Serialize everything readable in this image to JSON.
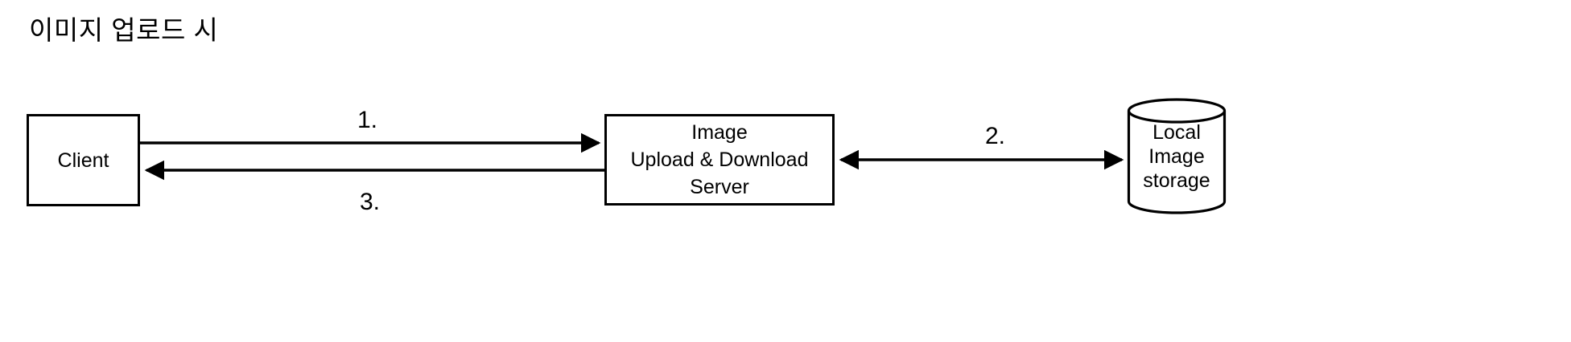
{
  "diagram": {
    "title": "이미지 업로드 시",
    "type": "flow-diagram",
    "nodes": [
      {
        "id": "client",
        "label": "Client",
        "shape": "rectangle"
      },
      {
        "id": "server",
        "label": "Image\nUpload & Download\nServer",
        "shape": "rectangle"
      },
      {
        "id": "storage",
        "label": "Local\nImage\nstorage",
        "shape": "cylinder"
      }
    ],
    "edges": [
      {
        "id": "edge-1",
        "label": "1.",
        "from": "client",
        "to": "server",
        "direction": "forward"
      },
      {
        "id": "edge-3",
        "label": "3.",
        "from": "server",
        "to": "client",
        "direction": "forward"
      },
      {
        "id": "edge-2",
        "label": "2.",
        "from": "server",
        "to": "storage",
        "direction": "both"
      }
    ],
    "colors": {
      "stroke": "#000000",
      "fill": "#ffffff",
      "text": "#000000"
    }
  }
}
